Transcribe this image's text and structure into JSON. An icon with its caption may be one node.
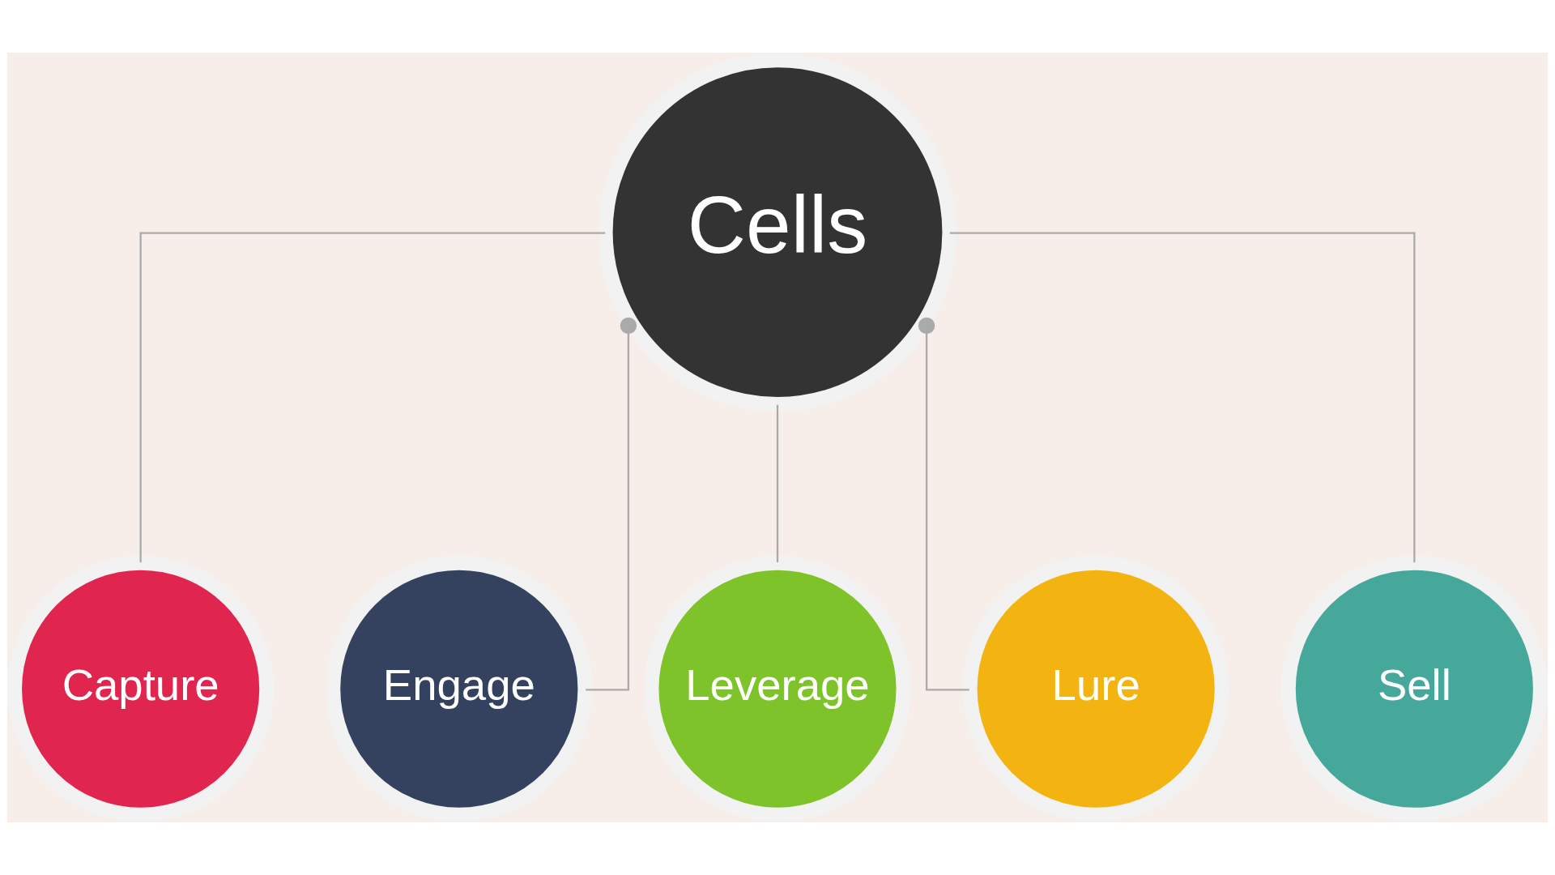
{
  "diagram": {
    "nodes": [
      {
        "text": [
          "Cells"
        ]
      },
      {
        "text": [
          "Capture"
        ]
      },
      {
        "text": [
          "Engage"
        ]
      },
      {
        "text": [
          "Leverage"
        ]
      },
      {
        "text": [
          "Lure"
        ]
      },
      {
        "text": [
          "Sell"
        ]
      }
    ],
    "edges": [
      {
        "from": 0,
        "to": 1,
        "arrow": "none"
      },
      {
        "from": 0,
        "to": 2,
        "arrow": "other"
      },
      {
        "from": 0,
        "to": 3,
        "arrow": "none"
      },
      {
        "from": 0,
        "to": 4,
        "arrow": "other"
      },
      {
        "from": 0,
        "to": 5,
        "arrow": "none"
      }
    ]
  }
}
